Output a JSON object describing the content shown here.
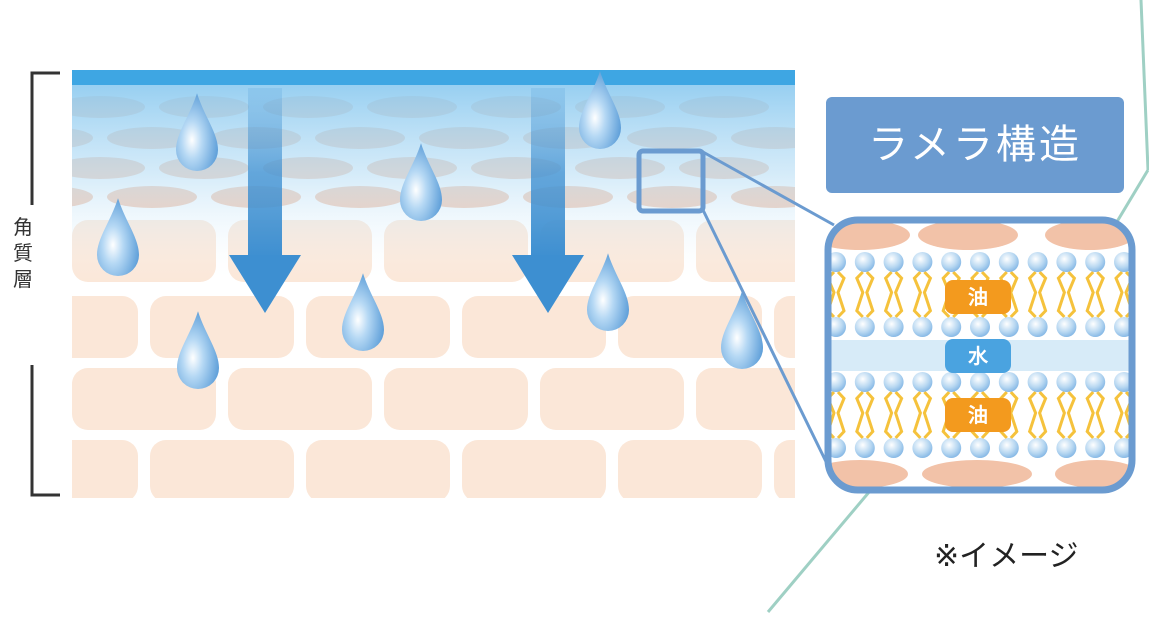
{
  "layer_label": [
    "角",
    "質",
    "層"
  ],
  "title": "ラメラ構造",
  "badges": {
    "oil_top": "油",
    "water": "水",
    "oil_bottom": "油"
  },
  "note": "※イメージ",
  "colors": {
    "cell": "#fbe7d8",
    "lipid_cell": "#f2c2a8",
    "top_bar": "#3ea6e3",
    "arrow": "#3d8fd1",
    "droplet": "#6ba8dd",
    "frame": "#6b9bd0",
    "sphere": "#a9cfee",
    "tail": "#f5c23c",
    "oil": "#f39a1e",
    "water": "#4aa3e0",
    "callout_line": "#9fd0c4"
  }
}
